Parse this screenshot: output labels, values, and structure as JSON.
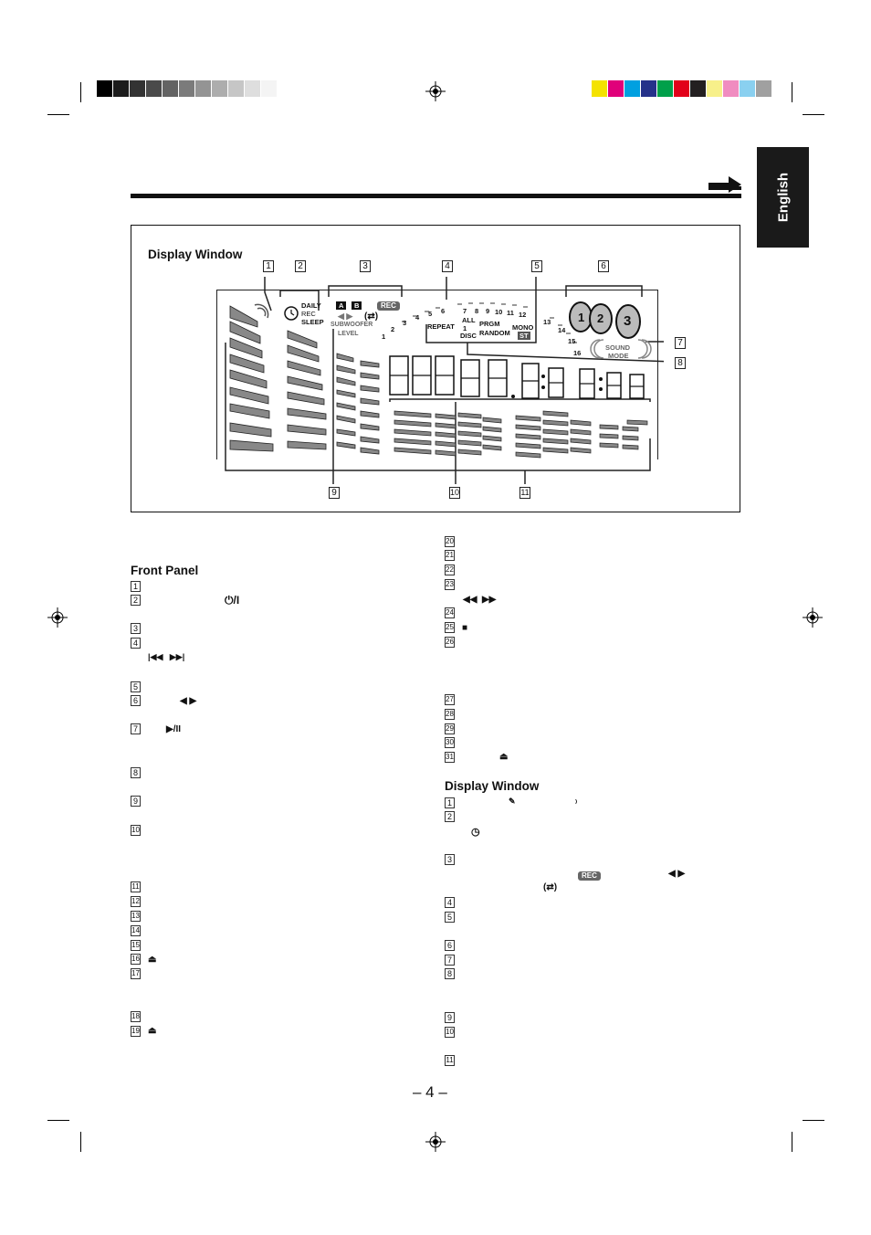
{
  "language_tab": "English",
  "figure": {
    "heading": "Display Window",
    "callouts": [
      "1",
      "2",
      "3",
      "4",
      "5",
      "6",
      "7",
      "8",
      "9",
      "10",
      "11"
    ],
    "lcd": {
      "daily": "DAILY",
      "rec": "REC",
      "sleep": "SLEEP",
      "a": "A",
      "b": "B",
      "rec_badge": "REC",
      "repeat": "REPEAT",
      "all": "ALL",
      "one": "1",
      "disc": "DISC",
      "prgm": "PRGM",
      "random": "RANDOM",
      "mono": "MONO",
      "st": "ST",
      "sound": "SOUND",
      "mode": "MODE",
      "subwoofer": "SUBWOOFER",
      "level": "LEVEL",
      "tracks": [
        "1",
        "2",
        "3",
        "4",
        "5",
        "6",
        "7",
        "8",
        "9",
        "10",
        "11",
        "12",
        "13",
        "14",
        "15",
        "16"
      ],
      "discs": [
        "1",
        "2",
        "3"
      ]
    }
  },
  "front_panel": {
    "heading": "Front Panel",
    "items": [
      "1",
      "2",
      "3",
      "4",
      "5",
      "6",
      "7",
      "8",
      "9",
      "10",
      "11",
      "12",
      "13",
      "14",
      "15",
      "16",
      "17",
      "18",
      "19"
    ],
    "items2": [
      "20",
      "21",
      "22",
      "23",
      "24",
      "25",
      "26",
      "27",
      "28",
      "29",
      "30",
      "31"
    ]
  },
  "display_window": {
    "heading": "Display Window",
    "items": [
      "1",
      "2",
      "3",
      "4",
      "5",
      "6",
      "7",
      "8",
      "9",
      "10",
      "11"
    ],
    "rec_badge": "REC"
  },
  "page_number": "– 4 –",
  "color_bar_gray": [
    "#000000",
    "#1c1c1c",
    "#333333",
    "#4a4a4a",
    "#636363",
    "#7b7b7b",
    "#949494",
    "#adadad",
    "#c6c6c6",
    "#dedede",
    "#f4f4f4"
  ],
  "color_bar_color": [
    "#f4e200",
    "#e0007a",
    "#00a0e0",
    "#25328a",
    "#00a04a",
    "#e2001a",
    "#231f20",
    "#f7f08a",
    "#f08cc0",
    "#8ad0f0",
    "#a0a0a0"
  ]
}
